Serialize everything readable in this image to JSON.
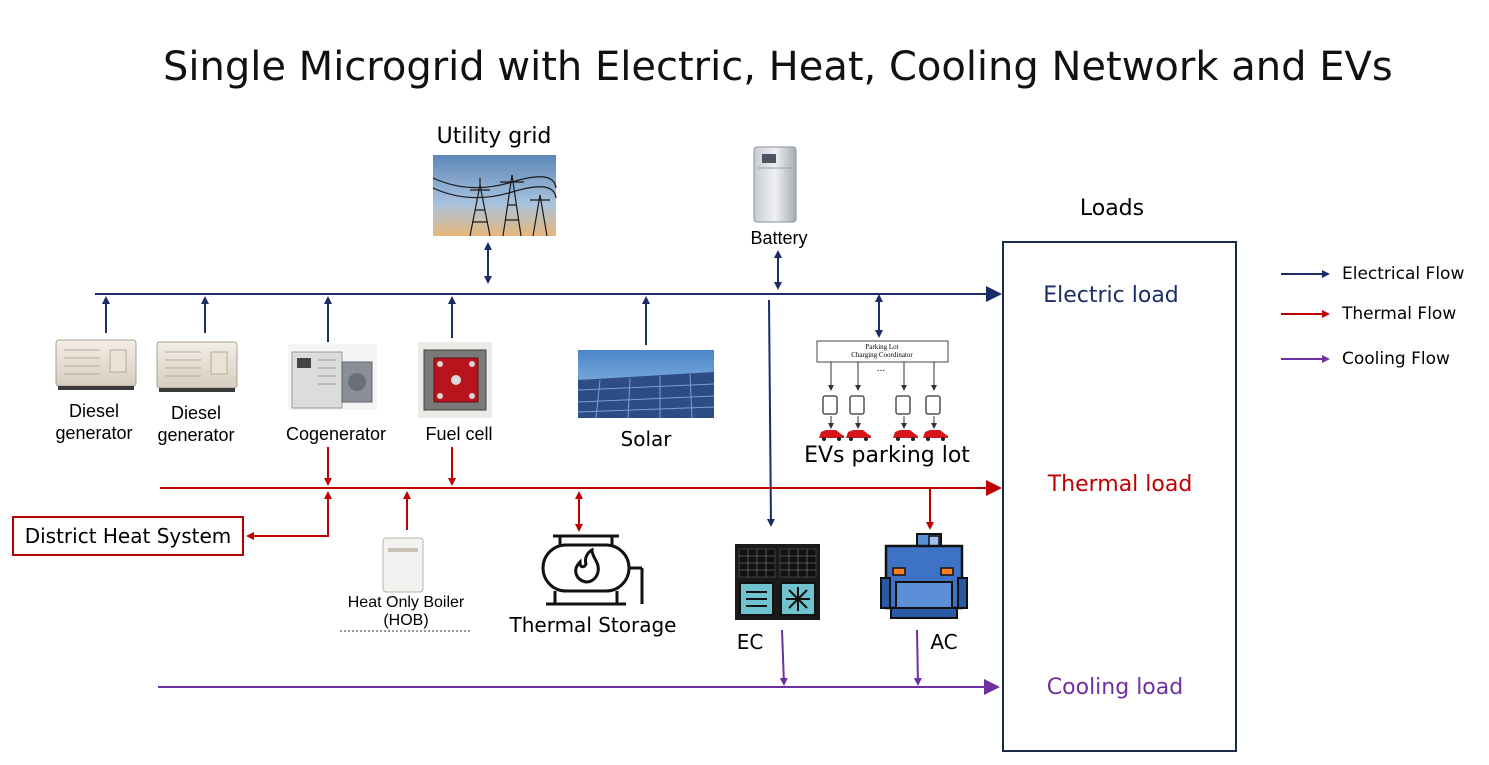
{
  "title": "Single Microgrid with Electric, Heat, Cooling Network and EVs",
  "colors": {
    "electrical": "#1b2d66",
    "thermal": "#c00000",
    "cooling": "#7030a0"
  },
  "components": {
    "utility_grid": "Utility grid",
    "battery": "Battery",
    "diesel_1": "Diesel\ngenerator",
    "diesel_2": "Diesel\ngenerator",
    "cogenerator": "Cogenerator",
    "fuel_cell": "Fuel cell",
    "solar": "Solar",
    "ev_parking": "EVs parking lot",
    "parking_coordinator": "Parking Lot\nCharging Coordinator",
    "ellipsis": "...",
    "district_heat": "District Heat System",
    "hob": "Heat Only Boiler\n(HOB)",
    "thermal_storage": "Thermal Storage",
    "ec": "EC",
    "ac": "AC"
  },
  "loads": {
    "title": "Loads",
    "electric": "Electric load",
    "thermal": "Thermal load",
    "cooling": "Cooling load"
  },
  "legend": [
    {
      "label": "Electrical Flow",
      "color": "#1b2d66"
    },
    {
      "label": "Thermal Flow",
      "color": "#c00000"
    },
    {
      "label": "Cooling Flow",
      "color": "#7030a0"
    }
  ]
}
